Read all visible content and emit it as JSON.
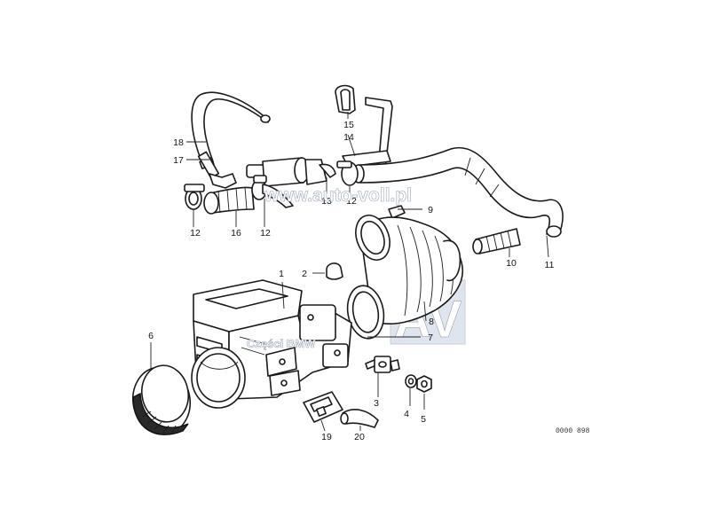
{
  "diagram": {
    "callouts": [
      {
        "id": "1",
        "text": "1"
      },
      {
        "id": "2",
        "text": "2"
      },
      {
        "id": "3",
        "text": "3"
      },
      {
        "id": "4",
        "text": "4"
      },
      {
        "id": "5",
        "text": "5"
      },
      {
        "id": "6",
        "text": "6"
      },
      {
        "id": "7",
        "text": "7"
      },
      {
        "id": "8",
        "text": "8"
      },
      {
        "id": "9",
        "text": "9"
      },
      {
        "id": "10",
        "text": "10"
      },
      {
        "id": "11",
        "text": "11"
      },
      {
        "id": "12a",
        "text": "12"
      },
      {
        "id": "12b",
        "text": "12"
      },
      {
        "id": "12c",
        "text": "12"
      },
      {
        "id": "13",
        "text": "13"
      },
      {
        "id": "14",
        "text": "14"
      },
      {
        "id": "15",
        "text": "15"
      },
      {
        "id": "16",
        "text": "16"
      },
      {
        "id": "17",
        "text": "17"
      },
      {
        "id": "18",
        "text": "18"
      },
      {
        "id": "19",
        "text": "19"
      },
      {
        "id": "20",
        "text": "20"
      }
    ],
    "drawing_code": "0000 898",
    "watermark_url": "www.auto-voll.pl",
    "watermark_label": "Części BMW",
    "watermark_logo": "AV"
  }
}
